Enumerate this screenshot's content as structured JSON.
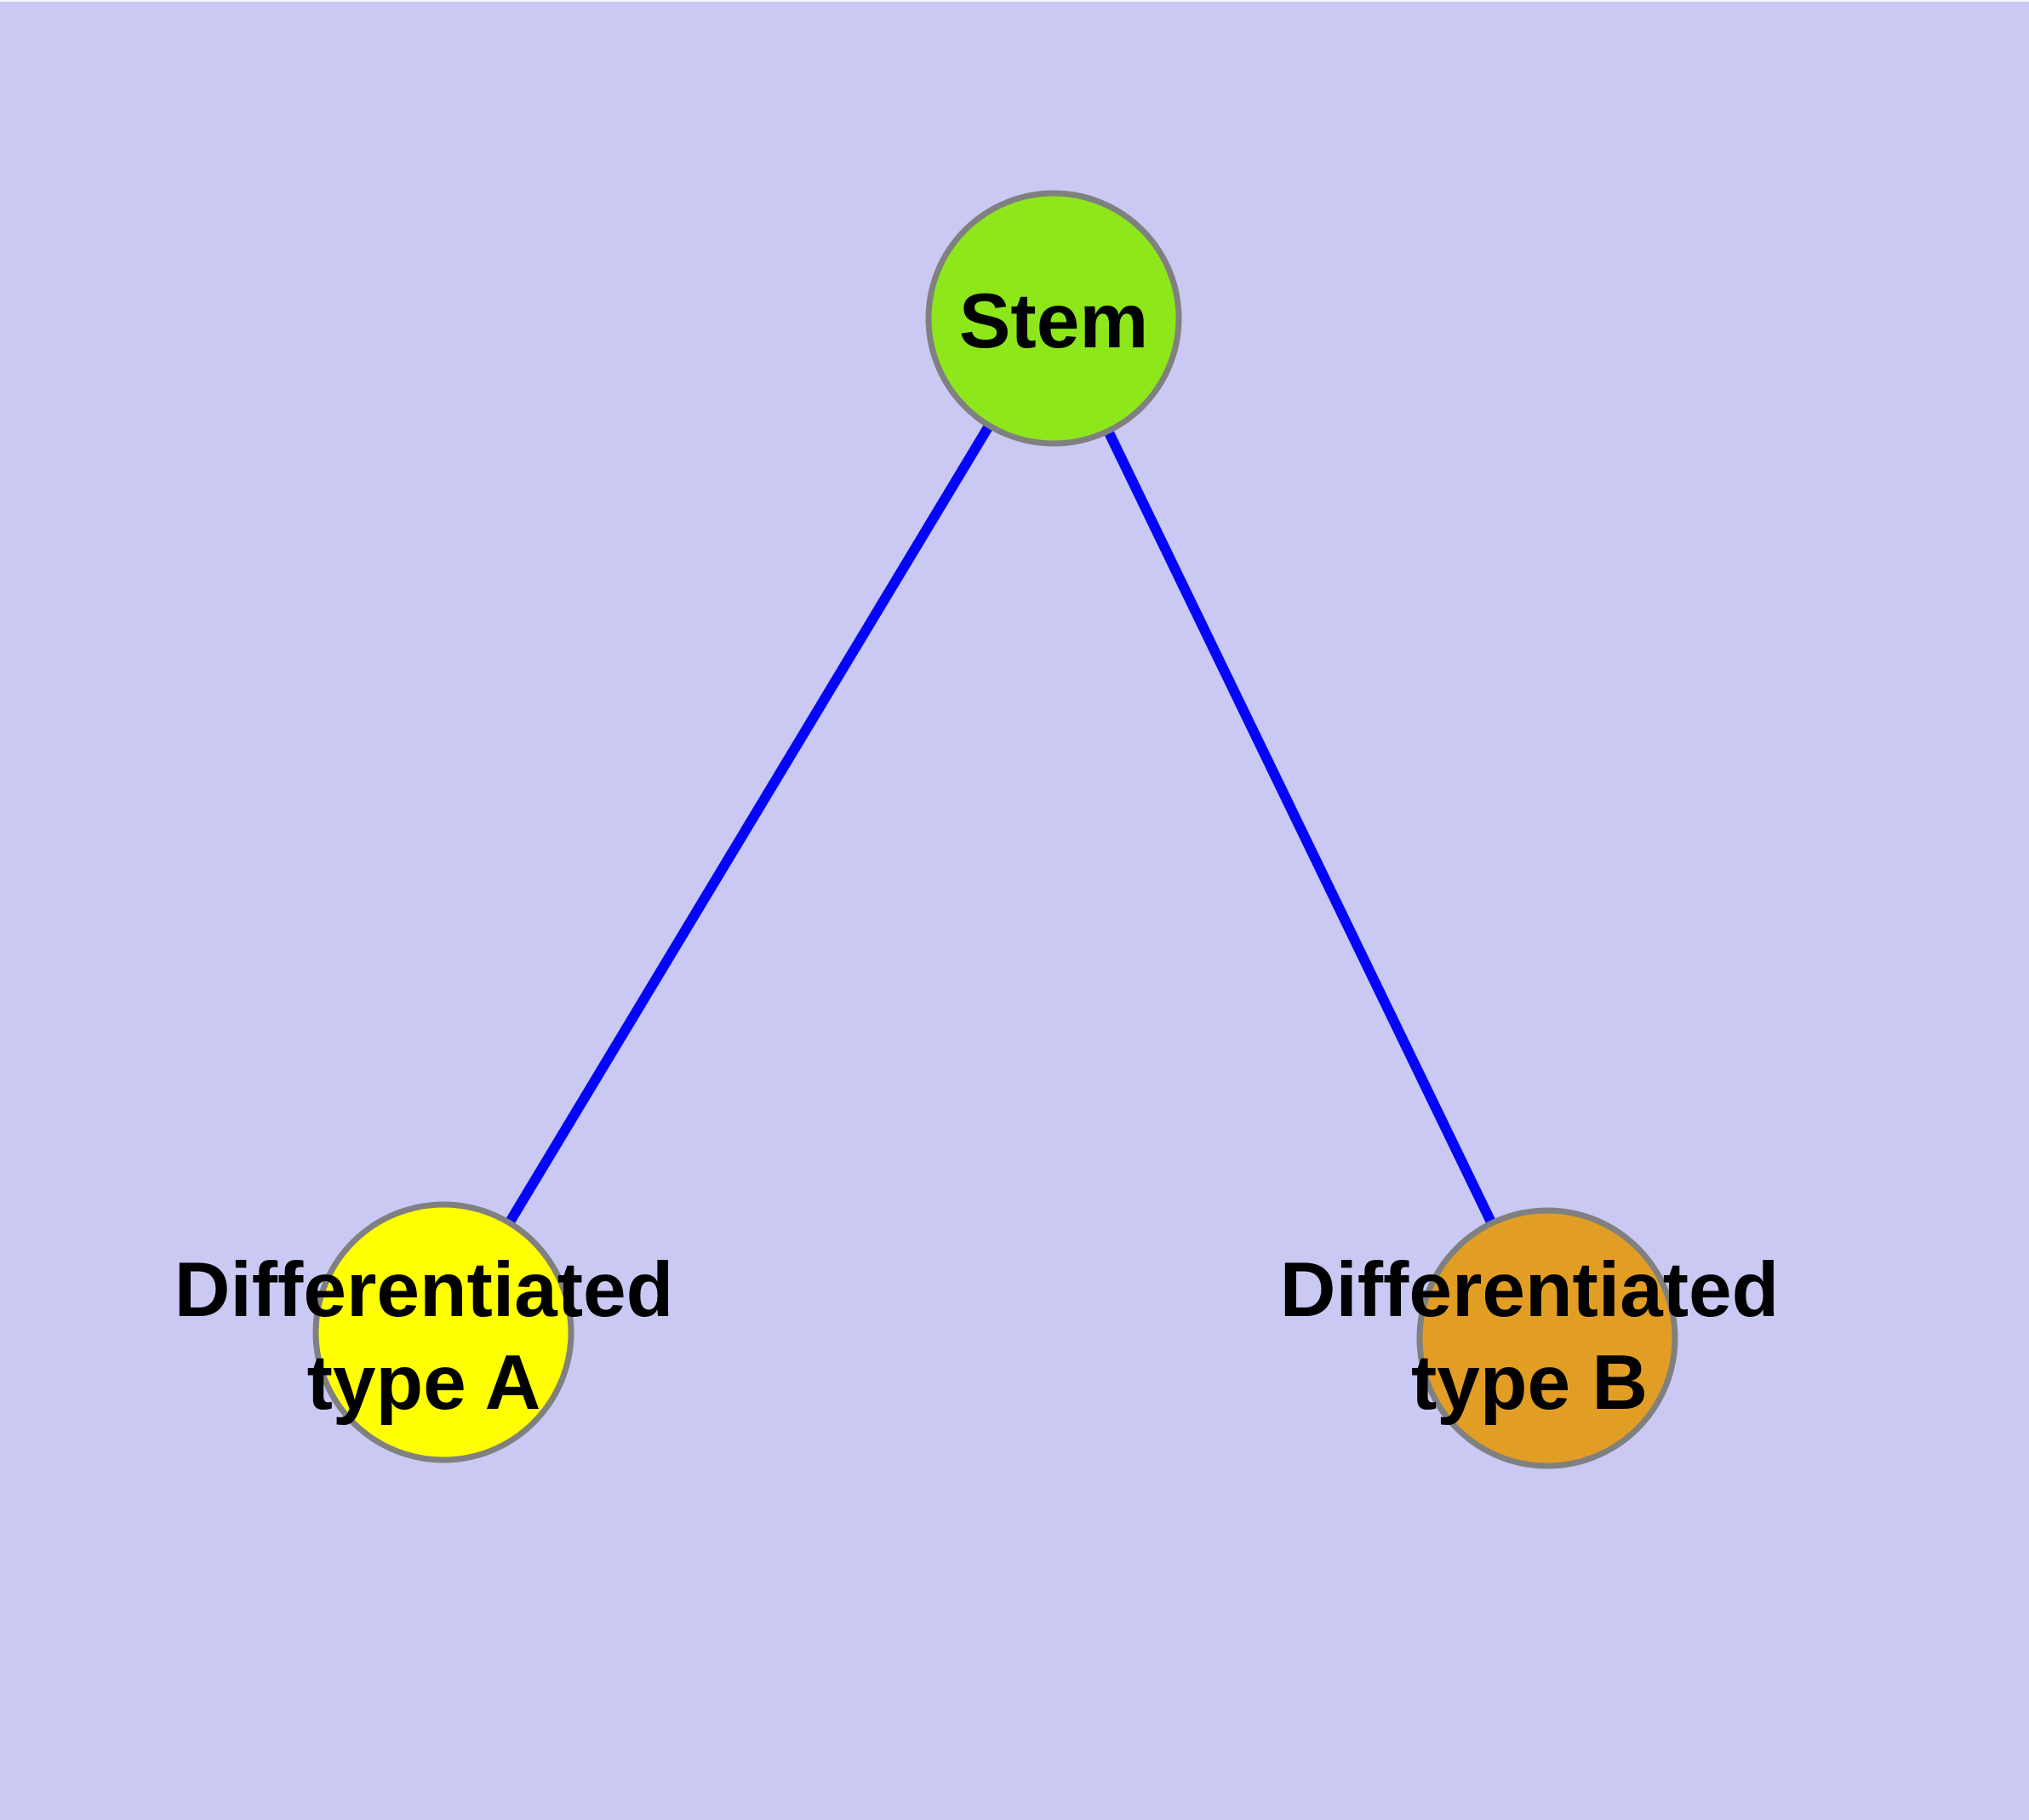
{
  "diagram": {
    "background_color": "#C9C9F4",
    "edge_color": "#0404FA",
    "node_border_color": "#808080",
    "nodes": [
      {
        "id": "stem",
        "label": "Stem",
        "fill": "#8DE71A"
      },
      {
        "id": "type-a",
        "label": "Differentiated\ntype A",
        "fill": "#FFFF00"
      },
      {
        "id": "type-b",
        "label": "Differentiated\ntype B",
        "fill": "#E29E24"
      }
    ],
    "edges": [
      {
        "from": "stem",
        "to": "type-a"
      },
      {
        "from": "stem",
        "to": "type-b"
      }
    ]
  }
}
